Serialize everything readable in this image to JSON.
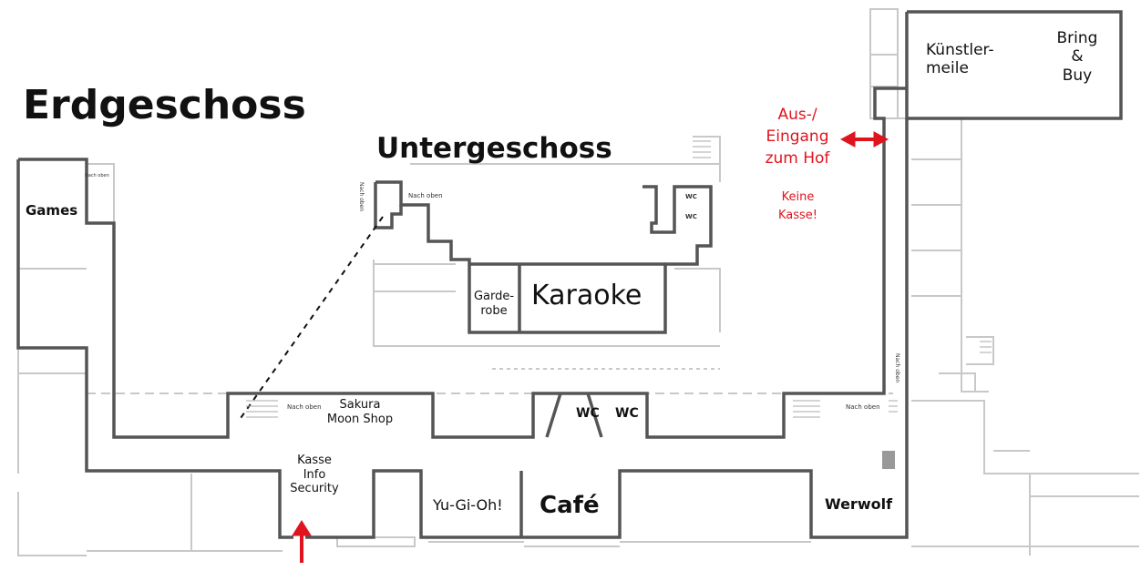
{
  "titles": {
    "ground_floor": "Erdgeschoss",
    "basement": "Untergeschoss"
  },
  "rooms": {
    "games": "Games",
    "kuenstlermeile": "Künstler-\nmeile",
    "bring_buy": "Bring\n&\nBuy",
    "garderobe": "Garde-\nrobe",
    "karaoke": "Karaoke",
    "sakura": "Sakura\nMoon Shop",
    "wc": "WC",
    "kasse": "Kasse\nInfo\nSecurity",
    "yugioh": "Yu-Gi-Oh!",
    "cafe": "Café",
    "werwolf": "Werwolf",
    "wc_small": "WC"
  },
  "notes": {
    "courtyard_entrance": "Aus-/\nEingang\nzum Hof",
    "no_register": "Keine\nKasse!"
  },
  "stairs": {
    "nach_oben": "Nach oben"
  },
  "colors": {
    "wall": "#555555",
    "faint_wall": "#c8c8c8",
    "accent_red": "#e0141e"
  },
  "icons": {
    "entrance": "red-arrow-up-icon",
    "courtyard": "red-double-arrow-icon"
  }
}
